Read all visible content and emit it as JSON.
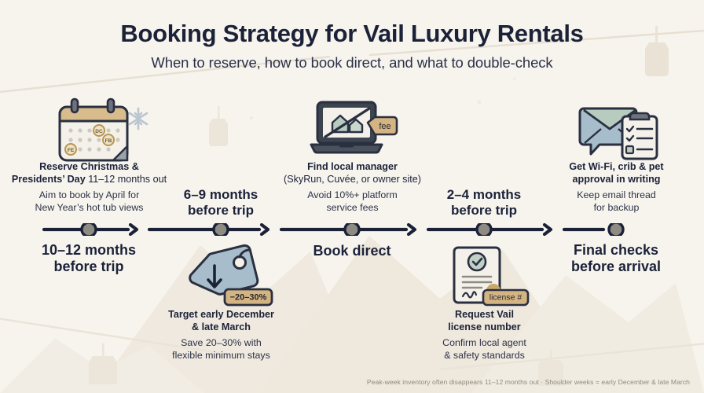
{
  "page": {
    "bg_color": "#f7f4ee",
    "ink_color": "#1b2238",
    "accent_tan": "#c9a96b",
    "accent_blue": "#a8bdcb"
  },
  "header": {
    "title": "Booking Strategy for Vail Luxury Rentals",
    "subtitle": "When to reserve, how to book direct, and what to double-check"
  },
  "timeline": {
    "nodes": [
      {
        "id": "node-1",
        "axis_label_line1": "10–12 months",
        "axis_label_line2": "before trip",
        "label_position": "below",
        "blurb_position": "above",
        "icon": "calendar-snowflake-icon",
        "head_bold": "Reserve Christmas &",
        "head_bold2": "Presidents’ Day",
        "head_regular": " 11–12 months out",
        "sub_line1": "Aim to book by April for",
        "sub_line2": "New Year’s hot tub views"
      },
      {
        "id": "node-2",
        "axis_label_line1": "6–9 months",
        "axis_label_line2": "before trip",
        "label_position": "above",
        "blurb_position": "below",
        "icon": "price-tag-discount-icon",
        "icon_badge": "−20–30%",
        "head_bold": "Target early December",
        "head_bold2": "& late March",
        "head_regular": "",
        "sub_line1": "Save 20–30% with",
        "sub_line2": "flexible minimum stays"
      },
      {
        "id": "node-3",
        "axis_label_line1": "Book direct",
        "axis_label_line2": "",
        "label_position": "below",
        "blurb_position": "above",
        "icon": "laptop-no-fee-icon",
        "icon_badge": "fee",
        "head_bold": "Find local manager",
        "head_bold2": "",
        "head_regular": "(SkyRun, Cuvée, or owner site)",
        "sub_line1": "Avoid 10%+ platform",
        "sub_line2": "service fees"
      },
      {
        "id": "node-4",
        "axis_label_line1": "2–4 months",
        "axis_label_line2": "before trip",
        "label_position": "above",
        "blurb_position": "below",
        "icon": "license-certificate-icon",
        "icon_badge": "license #",
        "head_bold": "Request Vail",
        "head_bold2": "license number",
        "head_regular": "",
        "sub_line1": "Confirm local agent",
        "sub_line2": "& safety standards"
      },
      {
        "id": "node-5",
        "axis_label_line1": "Final checks",
        "axis_label_line2": "before arrival",
        "label_position": "below",
        "blurb_position": "above",
        "icon": "email-checklist-icon",
        "head_bold": "Get Wi‑Fi, crib & pet",
        "head_bold2": "approval in writing",
        "head_regular": "",
        "sub_line1": "Keep email thread",
        "sub_line2": "for backup"
      }
    ]
  },
  "calendar_icon": {
    "marks": [
      "DC",
      "FB",
      "FE"
    ]
  },
  "footer": {
    "note": "Peak-week inventory often disappears 11–12 months out · Shoulder weeks = early December & late March"
  }
}
